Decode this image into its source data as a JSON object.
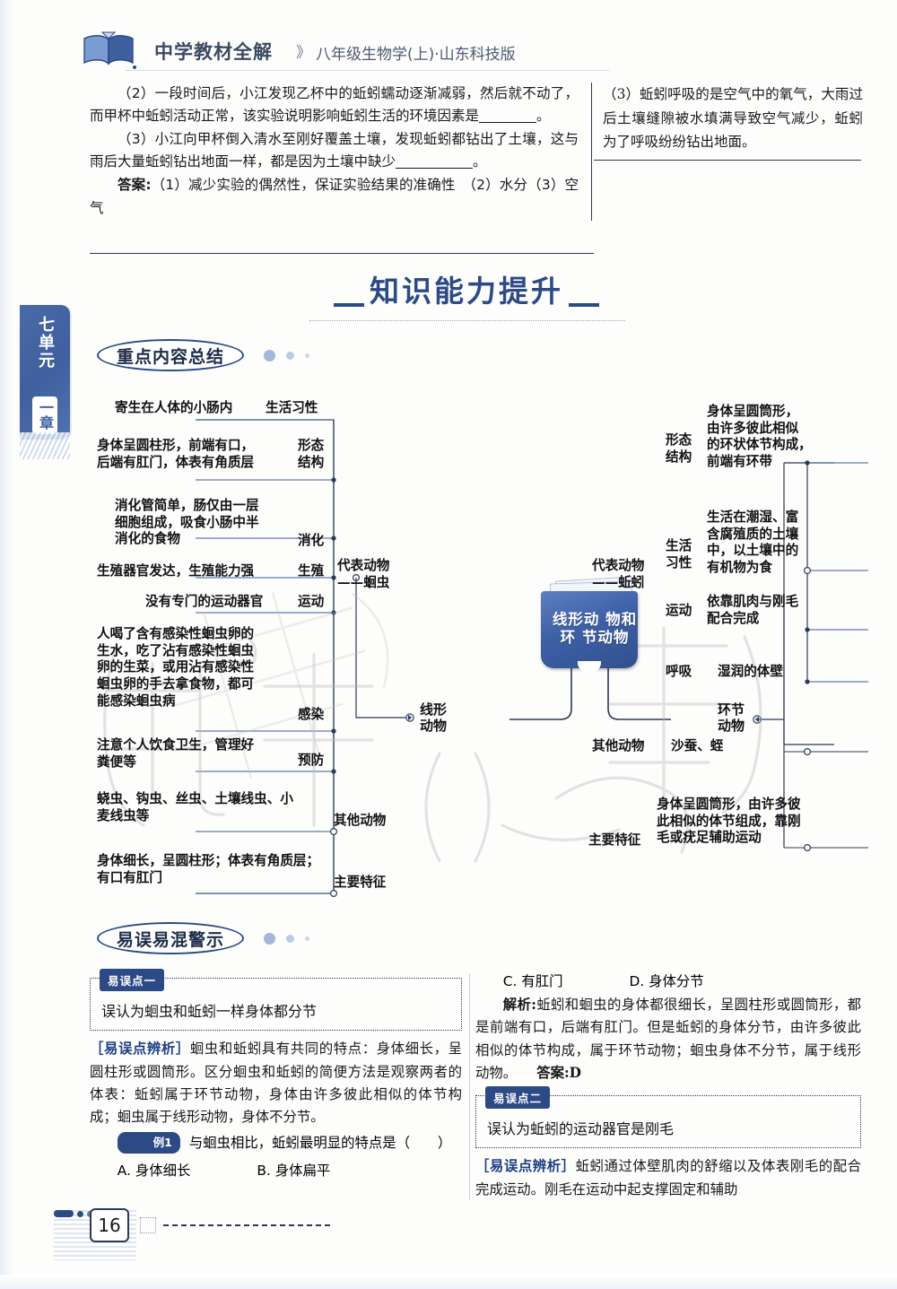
{
  "header": {
    "logo_icon": "open-book-logo",
    "title": "中学教材全解",
    "chevron": "》",
    "subtitle": "八年级生物学(上)·山东科技版"
  },
  "side_tab": {
    "unit": "七单元",
    "chapter": "一章"
  },
  "top_question": {
    "left": [
      "（2）一段时间后，小江发现乙杯中的蚯蚓蠕动逐渐减弱，然后就不动了，而甲杯中蚯蚓活动正常，该实验说明影响蚯蚓生活的环境因素是",
      "（3）小江向甲杯倒入清水至刚好覆盖土壤，发现蚯蚓都钻出了土壤，这与雨后大量蚯蚓钻出地面一样，都是因为土壤中缺少",
      "答案:（1）减少实验的偶然性，保证实验结果的准确性　（2）水分（3）空气"
    ],
    "answer_label": "答案:",
    "answer_body": "（1）减少实验的偶然性，保证实验结果的准确性　（2）水分（3）空气",
    "right": "（3）蚯蚓呼吸的是空气中的氧气，大雨过后土壤缝隙被水填满导致空气减少，蚯蚓为了呼吸纷纷钻出地面。"
  },
  "banner": {
    "title": "知识能力提升"
  },
  "sections": [
    {
      "label": "重点内容总结"
    },
    {
      "label": "易误易混警示"
    }
  ],
  "mindmap": {
    "center": "线形动物\n物和环\n节动物",
    "center_display": "线形动\n物和环\n节动物",
    "left_hub": "线形\n动物",
    "right_hub": "环节\n动物",
    "left_branch_title": "代表动物\n——蛔虫",
    "right_branch_title": "代表动物\n——蚯蚓",
    "left_items": [
      {
        "key": "生活习性",
        "text": "寄生在人体的小肠内"
      },
      {
        "key": "形态\n结构",
        "text": "身体呈圆柱形，前端有口，\n后端有肛门，体表有角质层"
      },
      {
        "key": "消化",
        "text": "消化管简单，肠仅由一层\n细胞组成，吸食小肠中半\n消化的食物"
      },
      {
        "key": "生殖",
        "text": "生殖器官发达，生殖能力强"
      },
      {
        "key": "运动",
        "text": "没有专门的运动器官"
      },
      {
        "key": "感染",
        "text": "人喝了含有感染性蛔虫卵的\n生水，吃了沾有感染性蛔虫\n卵的生菜，或用沾有感染性\n蛔虫卵的手去拿食物，都可\n能感染蛔虫病"
      },
      {
        "key": "预防",
        "text": "注意个人饮食卫生，管理好\n粪便等"
      },
      {
        "key": "其他动物",
        "text": "蛲虫、钩虫、丝虫、土壤线虫、小\n麦线虫等"
      },
      {
        "key": "主要特征",
        "text": "身体细长，呈圆柱形；体表有角质层；\n有口有肛门"
      }
    ],
    "right_items": [
      {
        "key": "形态\n结构",
        "text": "身体呈圆筒形，\n由许多彼此相似\n的环状体节构成，\n前端有环带"
      },
      {
        "key": "生活\n习性",
        "text": "生活在潮湿、富\n含腐殖质的土壤\n中，以土壤中的\n有机物为食"
      },
      {
        "key": "运动",
        "text": "依靠肌肉与刚毛\n配合完成"
      },
      {
        "key": "呼吸",
        "text": "湿润的体壁"
      },
      {
        "key": "其他动物",
        "text": "沙蚕、蛭"
      },
      {
        "key": "主要特征",
        "text": "身体呈圆筒形，由许多彼\n此相似的体节组成，靠刚\n毛或疣足辅助运动"
      }
    ]
  },
  "mistakes": {
    "left": {
      "tag": "易误点一",
      "statement": "误认为蛔虫和蚯蚓一样身体都分节",
      "analysis_label": "［易误点辨析］",
      "analysis_text": "蛔虫和蚯蚓具有共同的特点：身体细长，呈圆柱形或圆筒形。区分蛔虫和蚯蚓的简便方法是观察两者的体表：蚯蚓属于环节动物，身体由许多彼此相似的体节构成；蛔虫属于线形动物，身体不分节。",
      "example_badge": "例1",
      "example_stem": "与蛔虫相比，蚯蚓最明显的特点是（　　）",
      "options": [
        "A. 身体细长",
        "B. 身体扁平"
      ]
    },
    "right": {
      "options": [
        "C. 有肛门",
        "D. 身体分节"
      ],
      "explain_label": "解析:",
      "explain_text": "蚯蚓和蛔虫的身体都很细长，呈圆柱形或圆筒形，都是前端有口，后端有肛门。但是蚯蚓的身体分节，由许多彼此相似的体节构成，属于环节动物；蛔虫身体不分节，属于线形动物。",
      "answer": "答案:D",
      "tag": "易误点二",
      "statement": "误认为蚯蚓的运动器官是刚毛",
      "analysis_label": "［易误点辨析］",
      "analysis_text": "蚯蚓通过体壁肌肉的舒缩以及体表刚毛的配合完成运动。刚毛在运动中起支撑固定和辅助"
    }
  },
  "footer": {
    "page_number": "16"
  },
  "colors": {
    "brand_blue": "#2c4a86",
    "ink": "#17181a",
    "tab_blue": "#3f5f9e"
  }
}
